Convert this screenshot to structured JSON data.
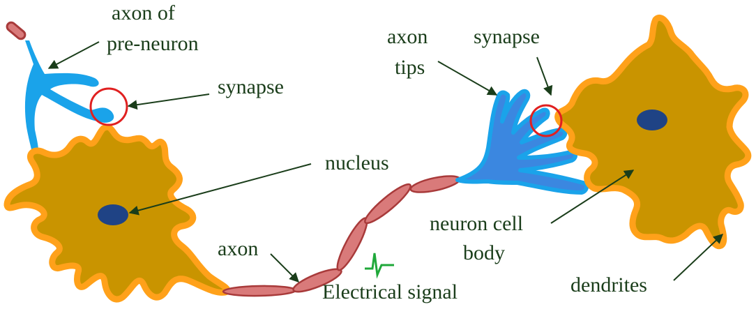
{
  "labels": {
    "axon_of_pre_neuron_1": "axon of",
    "axon_of_pre_neuron_2": "pre-neuron",
    "synapse_left": "synapse",
    "nucleus": "nucleus",
    "axon": "axon",
    "electrical_signal": "Electrical signal",
    "axon_tips_1": "axon",
    "axon_tips_2": "tips",
    "synapse_right": "synapse",
    "neuron_cell_body_1": "neuron cell",
    "neuron_cell_body_2": "body",
    "dendrites": "dendrites"
  },
  "colors": {
    "label_text": "#1a3d1a",
    "arrow": "#1a3d1a",
    "cell_body": "#c99400",
    "cell_outline": "#ffa11a",
    "nucleus": "#1f4385",
    "axon_segment": "#d97a7a",
    "axon_segment_edge": "#a83a3a",
    "pre_axon_tip": "#1aa3ea",
    "right_axon_tip": "#3b87e0",
    "right_axon_tip_edge": "#1aa3ea",
    "synapse_circle": "#e02020",
    "signal": "#1fa83a"
  },
  "icons": {
    "signal": "electrical-signal-icon"
  }
}
